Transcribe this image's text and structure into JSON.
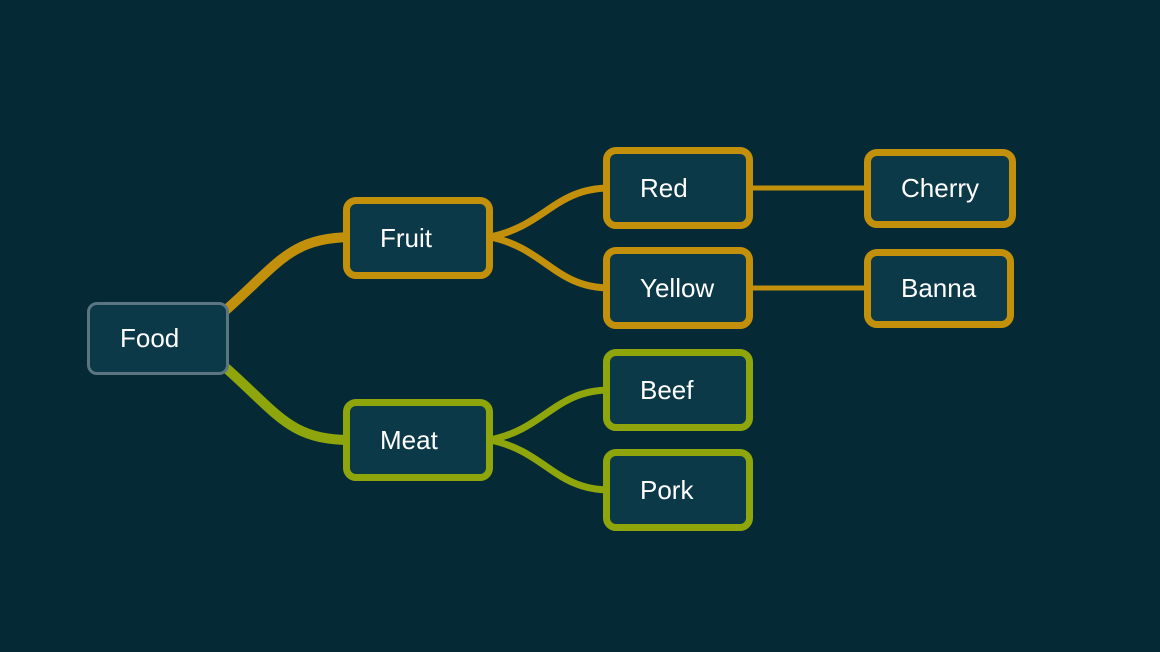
{
  "colors": {
    "background": "#052a36",
    "node_fill": "#0c3948",
    "root_border": "#5b7582",
    "fruit_branch": "#c2900a",
    "meat_branch": "#8ea60c"
  },
  "mindmap": {
    "root": "Food",
    "fruit": {
      "label": "Fruit",
      "red": {
        "label": "Red",
        "child": "Cherry"
      },
      "yellow": {
        "label": "Yellow",
        "child": "Banna"
      }
    },
    "meat": {
      "label": "Meat",
      "beef": "Beef",
      "pork": "Pork"
    }
  }
}
